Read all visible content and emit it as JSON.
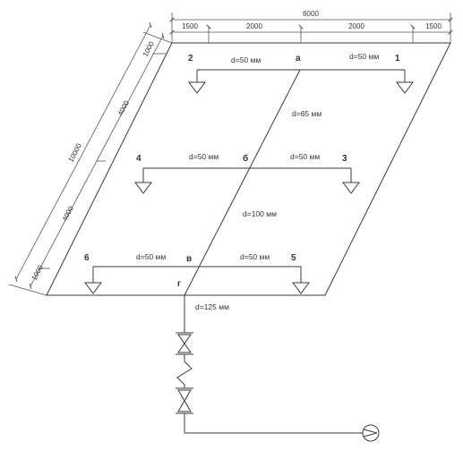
{
  "dimensions": {
    "top_total": "6000",
    "top_segments": [
      "1500",
      "2000",
      "2000",
      "1500"
    ],
    "left_total": "10000",
    "left_segments": [
      "1000",
      "4000",
      "4000",
      "1000"
    ]
  },
  "risers": {
    "n1": "1",
    "n2": "2",
    "n3": "3",
    "n4": "4",
    "n5": "5",
    "n6": "6"
  },
  "nodes": {
    "a": "а",
    "b": "б",
    "v": "в",
    "g": "г"
  },
  "pipes": {
    "row1_left": "d=50 мм",
    "row1_right": "d=50 мм",
    "row2_left": "d=50 мм",
    "row2_right": "d=50 мм",
    "row3_left": "d=50 мм",
    "row3_right": "d=50 мм",
    "main_upper": "d=65 мм",
    "main_middle": "d=100 мм",
    "feed": "d=125 мм"
  }
}
